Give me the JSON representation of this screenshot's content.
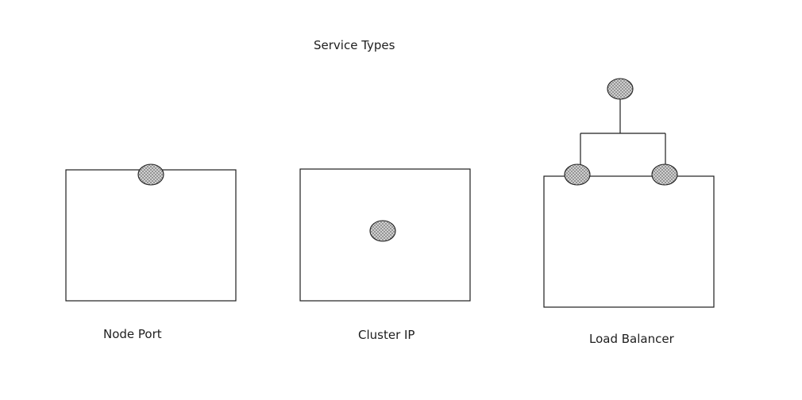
{
  "diagram": {
    "title": "Service Types",
    "panels": [
      {
        "id": "node-port",
        "label": "Node Port"
      },
      {
        "id": "cluster-ip",
        "label": "Cluster IP"
      },
      {
        "id": "load-balancer",
        "label": "Load Balancer"
      }
    ]
  },
  "colors": {
    "stroke": "#1e1e1e",
    "node_fill": "#d9d9d9",
    "background": "#ffffff"
  }
}
